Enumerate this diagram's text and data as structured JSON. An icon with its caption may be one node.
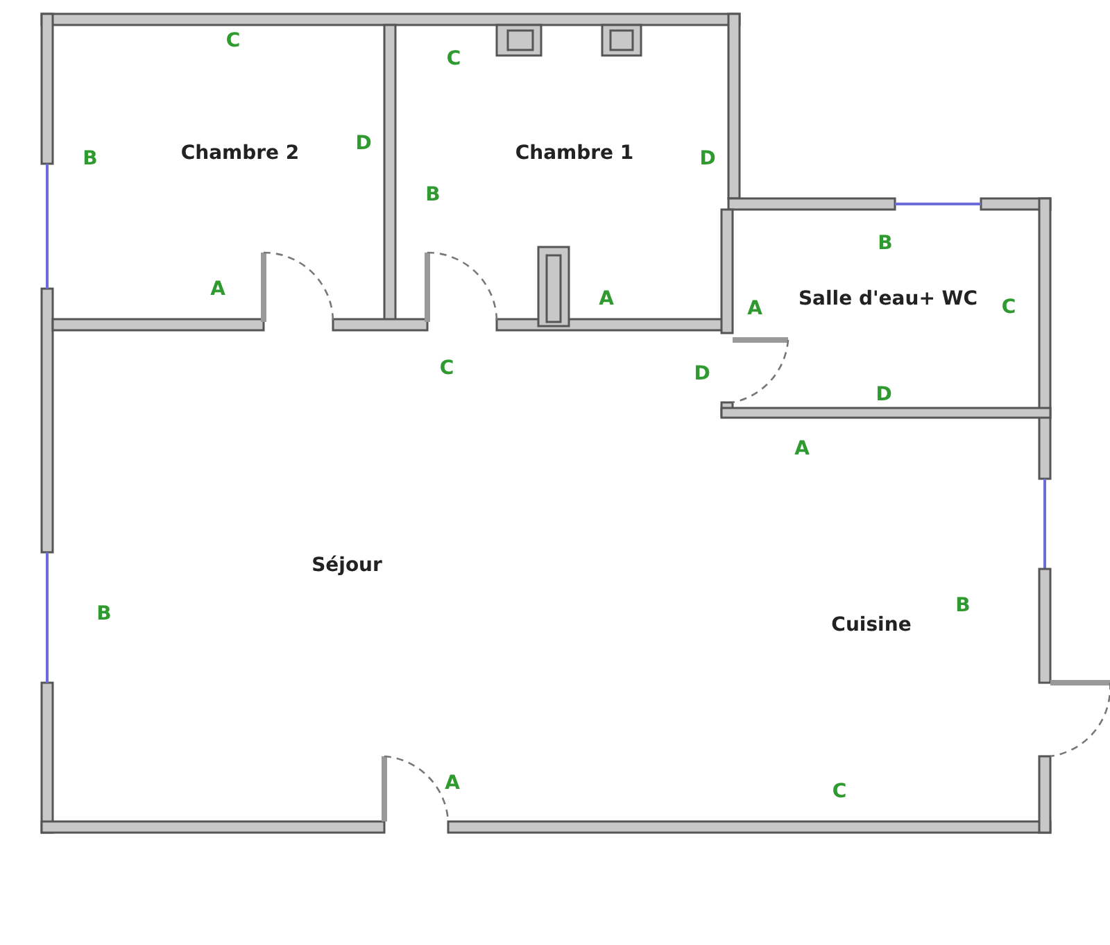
{
  "diagram": {
    "labels": [
      "C",
      "C",
      "Chambre 2",
      "D",
      "Chambre 1",
      "B",
      "D",
      "B",
      "B",
      "A",
      "A",
      "A",
      "Salle d'eau+ WC",
      "C",
      "C",
      "D",
      "D",
      "A",
      "Séjour",
      "B",
      "B",
      "Cuisine",
      "A",
      "C"
    ]
  }
}
